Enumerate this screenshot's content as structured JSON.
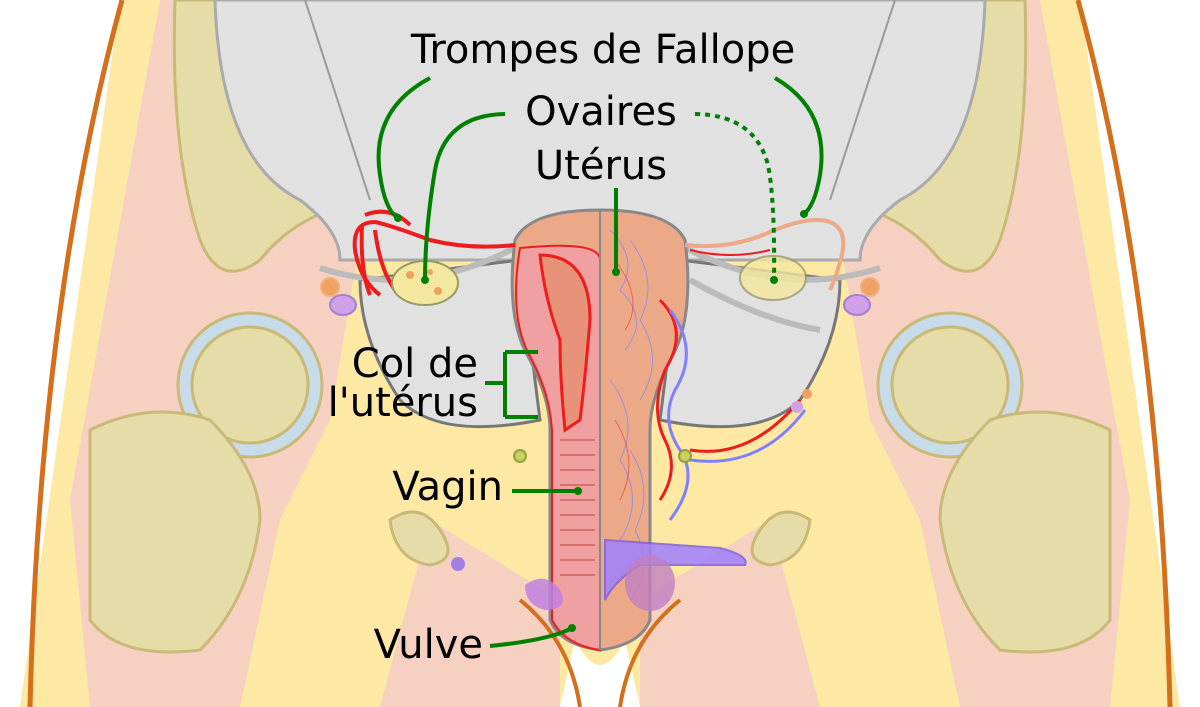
{
  "diagram": {
    "labels": {
      "fallopian_tubes": "Trompes de Fallope",
      "ovaries": "Ovaires",
      "uterus": "Utérus",
      "cervix_line1": "Col de",
      "cervix_line2": "l'utérus",
      "vagina": "Vagin",
      "vulva": "Vulve"
    },
    "colors": {
      "skin": "#fde9a4",
      "muscle": "#f6d0c0",
      "bone": "#e6dca8",
      "bone_outline": "#c9b977",
      "outline_orange": "#d4701c",
      "pelvic_cavity": "#e1e1e1",
      "uterus_tissue": "#eca987",
      "artery": "#ee1c1c",
      "vein": "#8080ff",
      "ovary": "#f4e8a0",
      "leader_line": "#008000",
      "cartilage": "#c8dbe8"
    }
  }
}
